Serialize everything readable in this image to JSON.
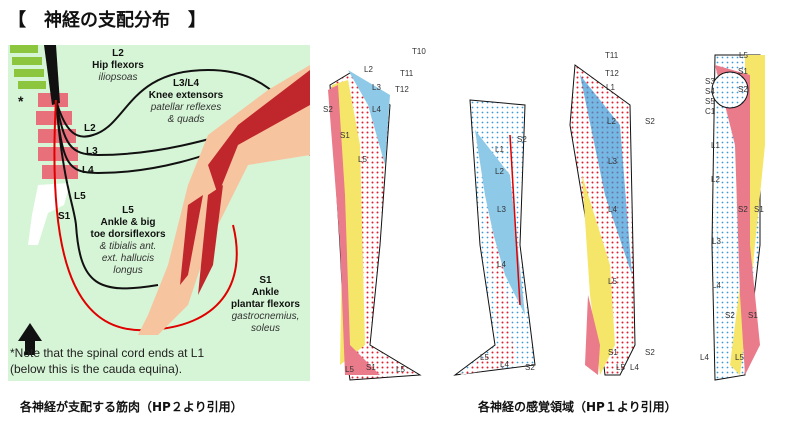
{
  "title": "【　神経の支配分布　】",
  "left_figure": {
    "l2": {
      "root": "L2",
      "name": "Hip flexors",
      "muscle": "iliopsoas"
    },
    "l34": {
      "root": "L3/L4",
      "name": "Knee extensors",
      "muscle1": "patellar reflexes",
      "muscle2": "& quads"
    },
    "l5": {
      "root": "L5",
      "name1": "Ankle & big",
      "name2": "toe dorsiflexors",
      "muscle1": "& tibialis ant.",
      "muscle2": "ext. hallucis",
      "muscle3": "longus"
    },
    "s1": {
      "root": "S1",
      "name1": "Ankle",
      "name2": "plantar flexors",
      "muscle1": "gastrocnemius,",
      "muscle2": "soleus"
    },
    "spine_labels": [
      "L2",
      "L3",
      "L4",
      "L5",
      "S1"
    ],
    "asterisk": "*",
    "note1": "*Note that the spinal cord ends at L1",
    "note2": "(below this is the cauda equina)."
  },
  "caption_left": "各神経が支配する筋肉（HP２より引用）",
  "caption_right": "各神経の感覚領域（HP１より引用）",
  "dermatome_labels": {
    "view1": [
      "T10",
      "T11",
      "T12",
      "L2",
      "L3",
      "L4",
      "S2",
      "S1",
      "L5",
      "L5",
      "S1",
      "L5"
    ],
    "view2": [
      "S2",
      "L1",
      "L2",
      "L3",
      "L4",
      "L5",
      "L4",
      "S2"
    ],
    "view3": [
      "T11",
      "T12",
      "L1",
      "L2",
      "S2",
      "L3",
      "L4",
      "L5",
      "S1",
      "L5",
      "L4",
      "S2"
    ],
    "view4": [
      "L5",
      "S1",
      "S3",
      "S4",
      "S5",
      "C1",
      "S2",
      "L1",
      "L2",
      "S2",
      "S1",
      "L3",
      "L4",
      "S2",
      "S1",
      "L4",
      "L5"
    ]
  },
  "colors": {
    "panel": "#d6f5d6",
    "muscle": "#c0272d",
    "skin": "#f7c4a0",
    "vertebra": "#e8707a",
    "cervical": "#8cc63f",
    "nerve_red": "#e00000",
    "derm_blue": "#8ec9e8",
    "derm_yellow": "#f5e66a",
    "derm_pink": "#e97b8a"
  }
}
